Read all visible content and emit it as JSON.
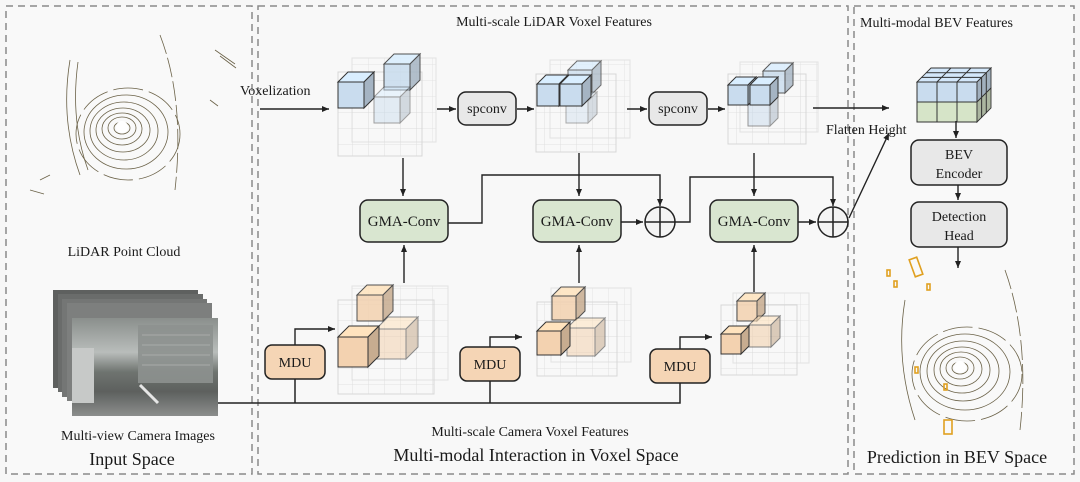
{
  "panels": {
    "input": {
      "title": "Input Space",
      "lidar_label": "LiDAR Point Cloud",
      "camera_label": "Multi-view Camera Images"
    },
    "voxel": {
      "title": "Multi-modal Interaction in Voxel Space",
      "lidar_features_label": "Multi-scale LiDAR Voxel Features",
      "camera_features_label": "Multi-scale Camera Voxel Features",
      "voxelization_label": "Voxelization"
    },
    "bev": {
      "title": "Prediction in BEV Space",
      "features_label": "Multi-modal BEV Features",
      "flatten_label": "Flatten Height"
    }
  },
  "blocks": {
    "spconv": [
      "spconv",
      "spconv"
    ],
    "gma_conv": [
      "GMA-Conv",
      "GMA-Conv",
      "GMA-Conv"
    ],
    "mdu": [
      "MDU",
      "MDU",
      "MDU"
    ],
    "bev_encoder": [
      "BEV",
      "Encoder"
    ],
    "detection_head": [
      "Detection",
      "Head"
    ]
  },
  "colors": {
    "lidar_voxel": "#c9dcee",
    "camera_voxel": "#f3d2b0",
    "gma_fill": "#d9e6d0",
    "mdu_fill": "#f5d5b5",
    "gray_block": "#e8e8e8",
    "bev_green": "#d6e4c8",
    "detection_box": "#e0a020",
    "stroke": "#222222",
    "dash": "#8a8a8a"
  }
}
